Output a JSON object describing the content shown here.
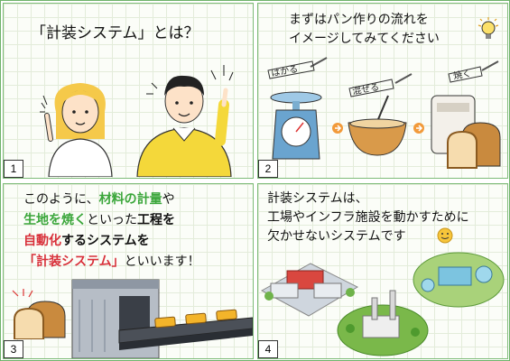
{
  "panel1": {
    "number": "1",
    "title": "「計装システム」とは？"
  },
  "panel2": {
    "number": "2",
    "line1": "まずはパン作りの流れを",
    "line2": "イメージしてみてください",
    "tag_weigh": "はかる",
    "tag_mix": "混ぜる",
    "tag_bake": "焼く"
  },
  "panel3": {
    "number": "3",
    "l1_a": "このように、",
    "l1_b": "材料の計量",
    "l1_c": "や",
    "l2_a": "生地を焼く",
    "l2_b": "といった",
    "l2_c": "工程を",
    "l3_a": "自動化",
    "l3_b": "するシステムを",
    "l4_a": "「",
    "l4_b": "計装システム",
    "l4_c": "」",
    "l4_d": "といいます！"
  },
  "panel4": {
    "number": "4",
    "line1": "計装システムは、",
    "line2": "工場やインフラ施設を動かすために",
    "line3": "欠かせないシステムです"
  },
  "colors": {
    "green": "#3aa63a",
    "red": "#d8303a",
    "border": "#7dbb77"
  }
}
